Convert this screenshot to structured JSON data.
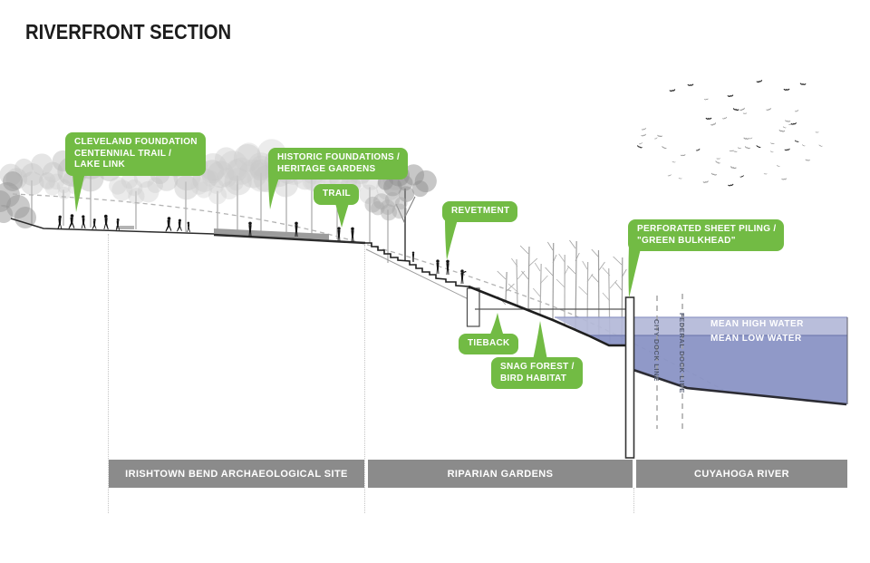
{
  "title": "RIVERFRONT SECTION",
  "callouts": [
    {
      "name": "cleveland-foundation-centennial-trail",
      "lines": [
        "CLEVELAND FOUNDATION",
        "CENTENNIAL TRAIL /",
        "LAKE LINK"
      ]
    },
    {
      "name": "historic-foundations-heritage-gardens",
      "lines": [
        "HISTORIC FOUNDATIONS /",
        "HERITAGE GARDENS"
      ]
    },
    {
      "name": "trail",
      "lines": [
        "TRAIL"
      ]
    },
    {
      "name": "revetment",
      "lines": [
        "REVETMENT"
      ]
    },
    {
      "name": "tieback",
      "lines": [
        "TIEBACK"
      ]
    },
    {
      "name": "snag-forest-bird-habitat",
      "lines": [
        "SNAG FOREST /",
        "BIRD HABITAT"
      ]
    },
    {
      "name": "perforated-sheet-piling",
      "lines": [
        "PERFORATED SHEET PILING /",
        "\"GREEN BULKHEAD\""
      ]
    }
  ],
  "water_labels": {
    "high": "MEAN HIGH WATER",
    "low": "MEAN LOW WATER"
  },
  "dock_lines": {
    "city": "CITY DOCK LINE",
    "federal": "FEDERAL DOCK LINE"
  },
  "zones": [
    {
      "label": "IRISHTOWN BEND ARCHAEOLOGICAL SITE"
    },
    {
      "label": "RIPARIAN GARDENS"
    },
    {
      "label": "CUYAHOGA RIVER"
    }
  ],
  "colors": {
    "accent_green": "#72BB44",
    "water_high": "#B3B8D8",
    "water_low": "#8A93C5",
    "zone_bar_gray": "#8B8B8B"
  }
}
